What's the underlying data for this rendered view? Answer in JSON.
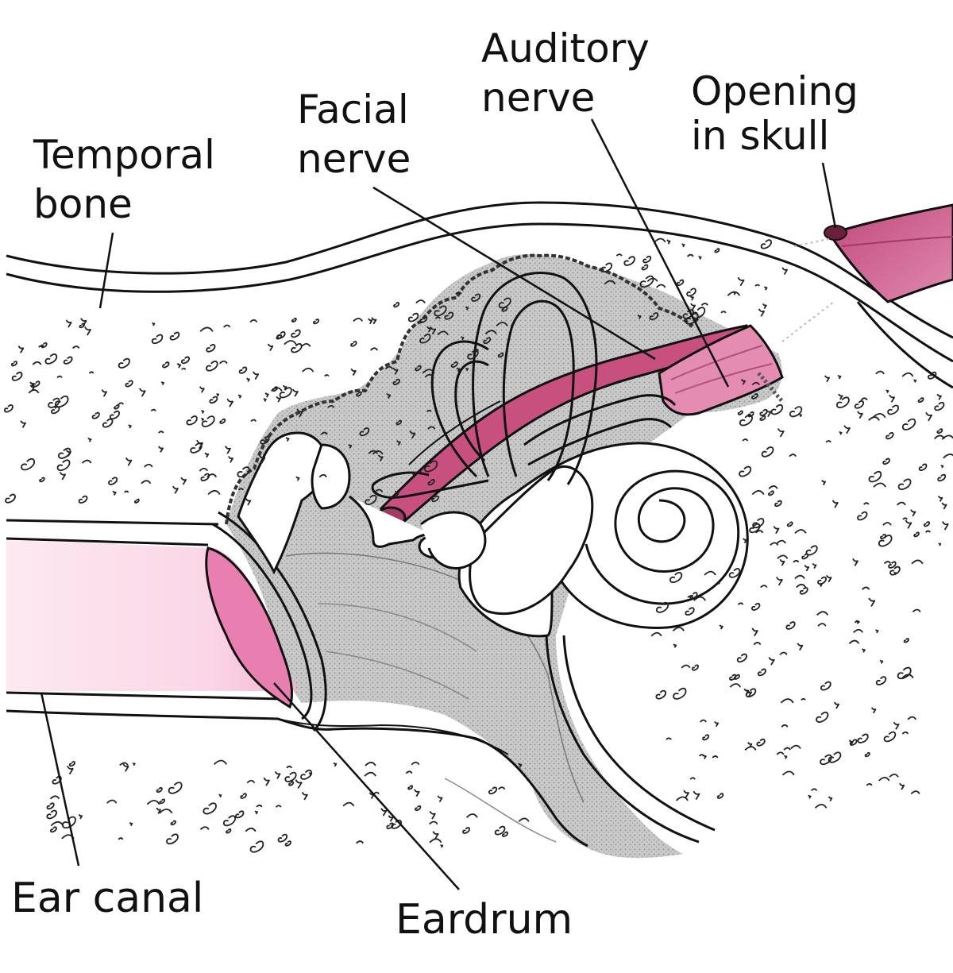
{
  "labels": {
    "temporal_bone": [
      "Temporal",
      "bone"
    ],
    "facial_nerve": [
      "Facial",
      "nerve"
    ],
    "auditory_nerve": [
      "Auditory",
      "nerve"
    ],
    "opening_in_skull": [
      "Opening",
      "in skull"
    ],
    "ear_canal": "Ear canal",
    "eardrum": "Eardrum"
  },
  "colors": {
    "nerve_pink": "#c8507f",
    "nerve_light": "#e48cb2",
    "eardrum_pink": "#e97fb0",
    "canal_pink": "#fbe3ee",
    "cavity_gray": "#c6c6c6",
    "stipple_gray": "#a8a8a8",
    "outline": "#111111"
  }
}
